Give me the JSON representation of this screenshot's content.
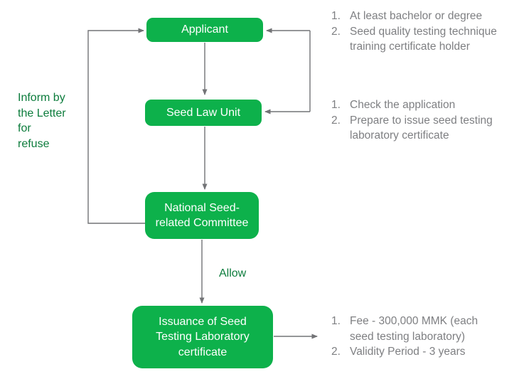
{
  "diagram": {
    "type": "flowchart",
    "nodes": {
      "applicant": {
        "label": "Applicant"
      },
      "seed_law_unit": {
        "label": "Seed Law Unit"
      },
      "committee": {
        "label": "National Seed-\nrelated Committee"
      },
      "issuance": {
        "label": "Issuance of Seed\nTesting Laboratory\ncertificate"
      }
    },
    "edges": [
      {
        "from": "applicant",
        "to": "seed_law_unit",
        "label": ""
      },
      {
        "from": "seed_law_unit",
        "to": "committee",
        "label": ""
      },
      {
        "from": "committee",
        "to": "issuance",
        "label": "Allow"
      },
      {
        "from": "committee",
        "to": "applicant",
        "label": "Inform by the Letter for refuse"
      },
      {
        "from": "applicant_requirements",
        "to": "applicant",
        "label": ""
      },
      {
        "from": "seed_law_unit_tasks",
        "to": "seed_law_unit",
        "label": ""
      },
      {
        "from": "issuance",
        "to": "issuance_details",
        "label": ""
      }
    ],
    "edge_labels": {
      "refuse": "Inform by\nthe Letter\nfor\nrefuse",
      "allow": "Allow"
    },
    "annotations": {
      "applicant_requirements": {
        "items": [
          {
            "num": "1.",
            "text": "At least bachelor or degree"
          },
          {
            "num": "2.",
            "text": "Seed quality testing technique\ntraining certificate holder"
          }
        ]
      },
      "seed_law_unit_tasks": {
        "items": [
          {
            "num": "1.",
            "text": "Check the application"
          },
          {
            "num": "2.",
            "text": "Prepare to issue seed testing\nlaboratory certificate"
          }
        ]
      },
      "issuance_details": {
        "items": [
          {
            "num": "1.",
            "text": "Fee - 300,000 MMK (each\nseed testing laboratory)"
          },
          {
            "num": "2.",
            "text": "Validity Period - 3 years"
          }
        ]
      }
    },
    "colors": {
      "node_fill": "#0db14b",
      "node_text": "#ffffff",
      "edge_label_green": "#0c7c3c",
      "annotation_gray": "#7e7f82",
      "arrow_gray": "#727376"
    }
  }
}
